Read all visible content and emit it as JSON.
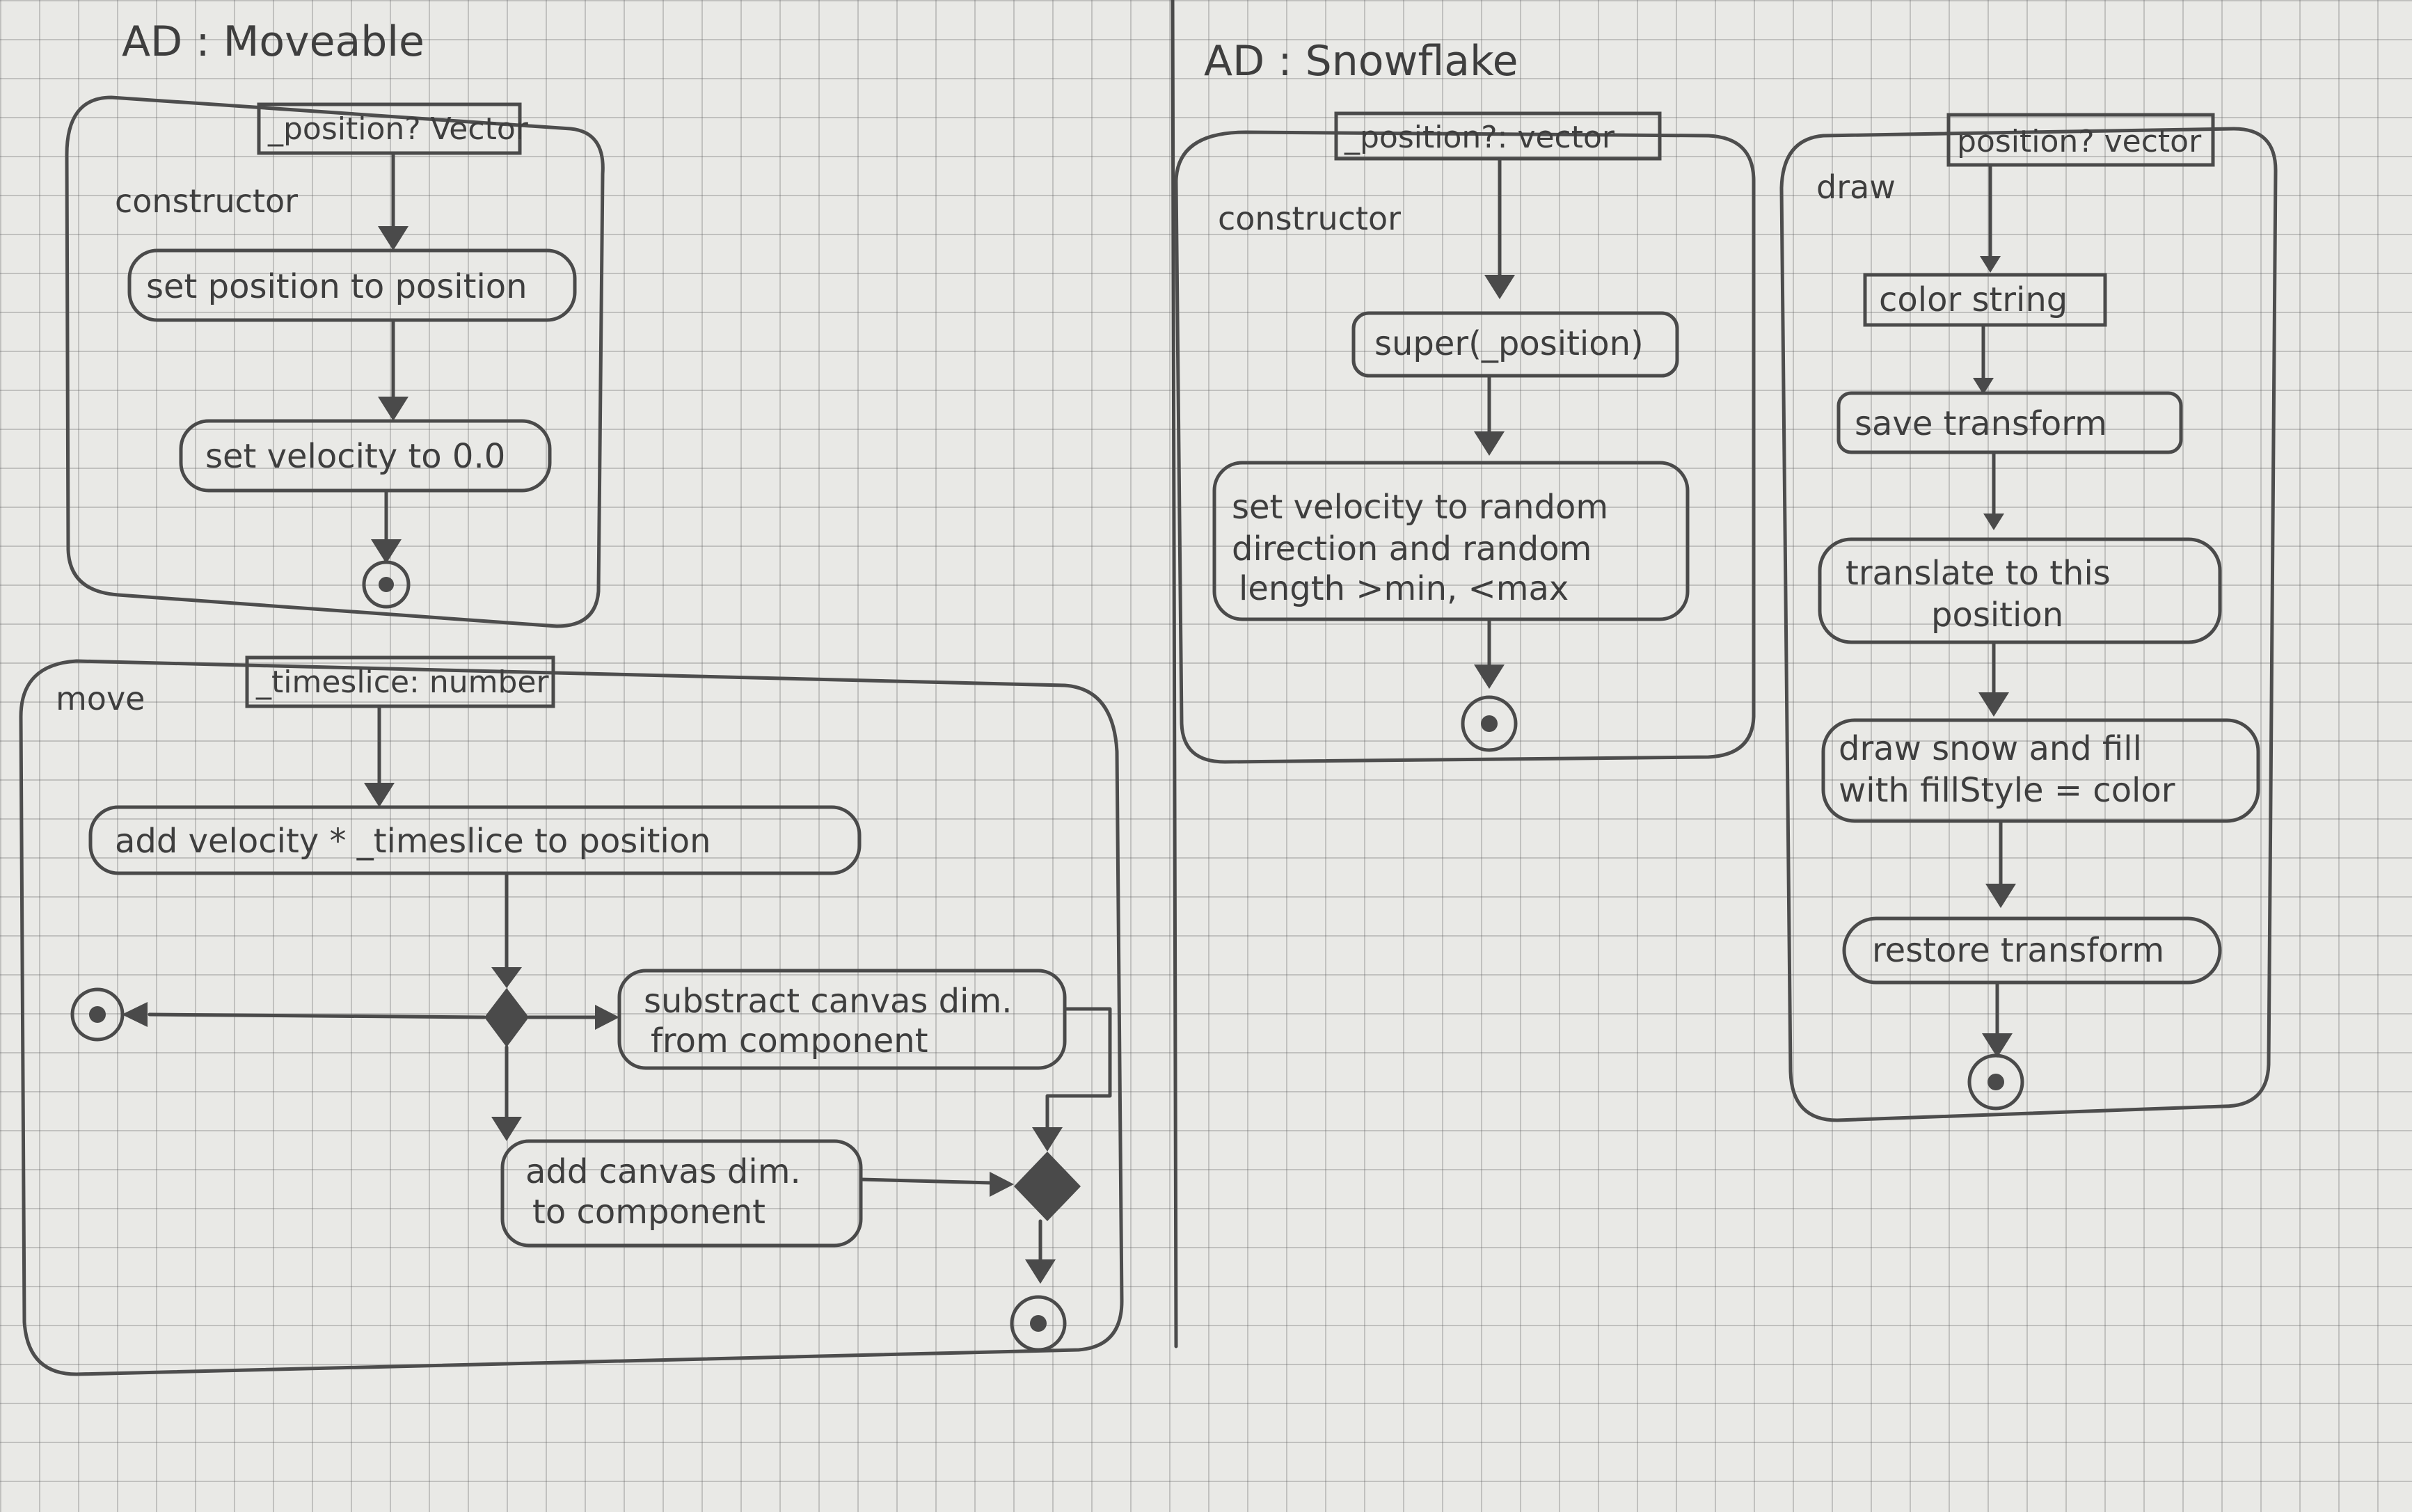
{
  "moveable": {
    "title": "AD : Moveable",
    "constructor": {
      "param": "_position? Vector",
      "label": "constructor",
      "actions": [
        "set position to position",
        "set velocity to 0.0"
      ]
    },
    "move": {
      "param": "_timeslice: number",
      "label": "move",
      "add_action": "add velocity * _timeslice to position",
      "subtract_action": [
        "substract canvas dim.",
        "from component"
      ],
      "add_dim_action": [
        "add canvas dim.",
        "to component"
      ]
    }
  },
  "snowflake": {
    "title": "AD : Snowflake",
    "constructor": {
      "param": "_position?: vector",
      "label": "constructor",
      "actions": [
        "super(_position)"
      ],
      "velocity_action": [
        "set velocity to random",
        "direction and random",
        "length >min, <max"
      ]
    },
    "draw": {
      "param": "position? vector",
      "label": "draw",
      "actions": [
        "color string",
        "save transform"
      ],
      "translate_action": [
        "translate to this",
        "position"
      ],
      "draw_action": [
        "draw snow and fill",
        "with fillStyle = color"
      ],
      "restore_action": "restore transform"
    }
  }
}
